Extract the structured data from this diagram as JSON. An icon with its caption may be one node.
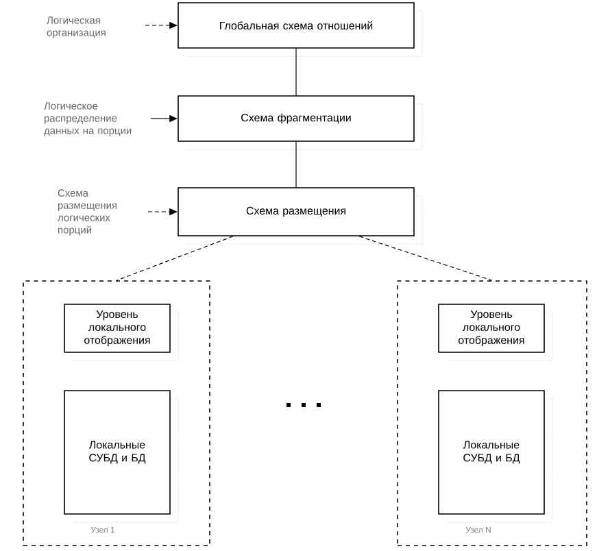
{
  "diagram": {
    "nodes": [
      {
        "text": [
          "Глобальная схема отношений"
        ]
      },
      {
        "text": [
          "Схема фрагментации"
        ]
      },
      {
        "text": [
          "Схема размещения"
        ]
      },
      {
        "text": [
          "Узел 1"
        ]
      },
      {
        "text": [
          "Уровень локального отображения"
        ],
        "in": 3
      },
      {
        "text": [
          "Локальные СУБД и БД"
        ],
        "in": 3
      },
      {
        "text": [
          "Узел N"
        ]
      },
      {
        "text": [
          "Уровень локального отображения"
        ],
        "in": 6
      },
      {
        "text": [
          "Локальные СУБД и БД"
        ],
        "in": 6
      },
      {
        "text": [
          "Логическая организация"
        ]
      },
      {
        "text": [
          "Логическое распределение данных на порции"
        ]
      },
      {
        "text": [
          "Схема размещения логических порций"
        ]
      }
    ],
    "edges": [
      {
        "from": 0,
        "to": 1,
        "arrow": "none"
      },
      {
        "from": 1,
        "to": 2,
        "arrow": "none"
      },
      {
        "from": 2,
        "to": 3,
        "arrow": "none",
        "style": "dashed"
      },
      {
        "from": 2,
        "to": 6,
        "arrow": "none",
        "style": "dashed"
      },
      {
        "from": 9,
        "to": 0,
        "arrow": "to",
        "style": "dashed"
      },
      {
        "from": 10,
        "to": 1,
        "arrow": "to"
      },
      {
        "from": 11,
        "to": 2,
        "arrow": "to",
        "style": "dashed"
      }
    ]
  }
}
